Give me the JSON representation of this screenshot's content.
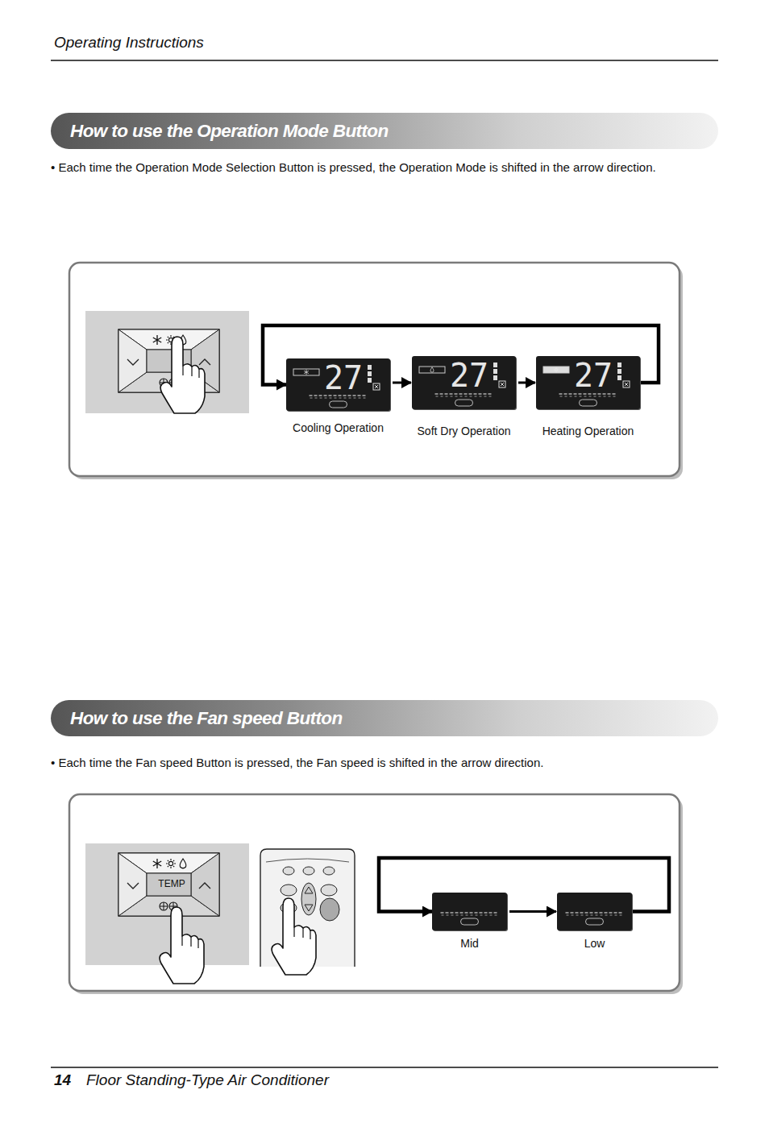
{
  "diagram": {
    "nodes": [
      {
        "text": [
          "How to use the Operation Mode Button"
        ]
      },
      {
        "text": [
          "27",
          "Cooling Operation"
        ]
      },
      {
        "text": [
          "27",
          "Soft Dry Operation"
        ]
      },
      {
        "text": [
          "27",
          "Heating Operation"
        ]
      },
      {
        "text": [
          "How to use the Fan speed Button"
        ]
      },
      {
        "text": [
          "Mid"
        ]
      },
      {
        "text": [
          "Low"
        ]
      }
    ],
    "edges": [
      {
        "from": 1,
        "to": 2,
        "arrow": "to"
      },
      {
        "from": 2,
        "to": 3,
        "arrow": "to"
      },
      {
        "from": 3,
        "to": 1,
        "arrow": "to"
      },
      {
        "from": 5,
        "to": 6,
        "arrow": "to"
      },
      {
        "from": 6,
        "to": 5,
        "arrow": "to"
      }
    ],
    "labels": [
      "Operating Instructions",
      "• Each time the Operation Mode Selection Button is pressed, the Operation Mode is shifted in the arrow direction.",
      "TEMP",
      "• Each time the Fan speed Button is pressed, the Fan speed is shifted in the arrow direction.",
      "14",
      "Floor Standing-Type Air Conditioner"
    ]
  }
}
